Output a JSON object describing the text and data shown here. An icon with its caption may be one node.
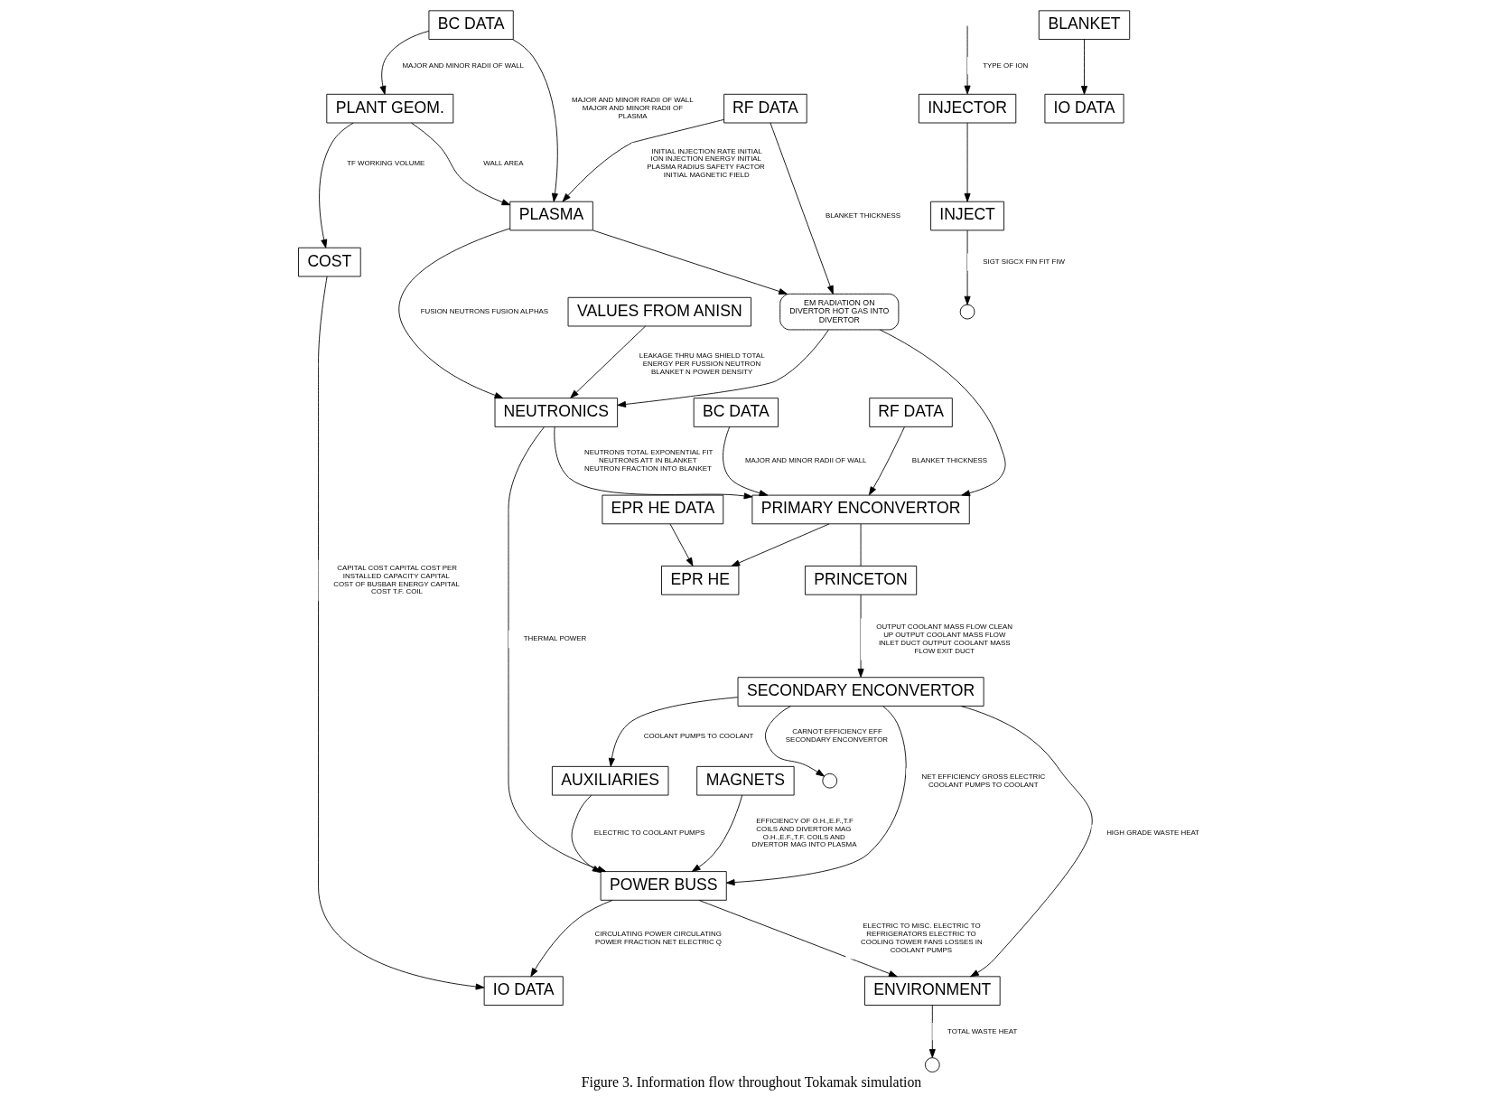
{
  "diagram": {
    "caption": "Figure 3. Information flow throughout Tokamak simulation",
    "nodes": [
      {
        "text": [
          "BC DATA"
        ]
      },
      {
        "text": [
          "RF DATA"
        ]
      },
      {
        "text": [
          "VALUES FROM ANISN"
        ]
      },
      {
        "text": [
          "PLASMA"
        ]
      },
      {
        "text": [
          "PLANT GEOM."
        ]
      },
      {
        "text": [
          "EM RADIATION ON DIVERTOR HOT GAS INTO DIVERTOR"
        ]
      },
      {
        "text": [
          "NEUTRONICS"
        ]
      },
      {
        "text": [
          "BC DATA"
        ]
      },
      {
        "text": [
          "RF DATA"
        ]
      },
      {
        "text": [
          "PRIMARY ENCONVERTOR"
        ]
      },
      {
        "text": [
          "INJECTOR"
        ]
      },
      {
        "text": [
          "INJECT"
        ]
      },
      {
        "text": [
          "EPR HE DATA"
        ]
      },
      {
        "text": [
          "EPR HE"
        ]
      },
      {
        "text": [
          "PRINCETON"
        ]
      },
      {
        "text": [
          "BLANKET"
        ]
      },
      {
        "text": [
          "MAGNETS"
        ]
      },
      {
        "text": [
          "COST"
        ]
      },
      {
        "text": [
          "IO DATA"
        ]
      },
      {
        "text": [
          "SECONDARY ENCONVERTOR"
        ]
      },
      {
        "text": [],
        "shape": "circle"
      },
      {
        "text": [
          "AUXILIARIES"
        ]
      },
      {
        "text": [],
        "shape": "circle"
      },
      {
        "text": [
          "POWER BUSS"
        ]
      },
      {
        "text": [
          "IO DATA"
        ]
      },
      {
        "text": [
          "ENVIRONMENT"
        ]
      },
      {
        "text": [],
        "shape": "circle"
      }
    ],
    "edges": [
      {
        "from": 0,
        "to": 4,
        "arrow": "to",
        "label": "MAJOR AND MINOR RADII OF WALL"
      },
      {
        "from": 0,
        "to": 3,
        "arrow": "to",
        "label": "MAJOR AND MINOR RADII OF WALL MAJOR AND MINOR RADII OF PLASMA"
      },
      {
        "from": 1,
        "to": 3,
        "arrow": "to",
        "label": "INITIAL INJECTION RATE INITIAL ION INJECTION ENERGY INITIAL PLASMA RADIUS SAFETY FACTOR INITIAL MAGNETIC FIELD"
      },
      {
        "from": 1,
        "to": 5,
        "arrow": "to",
        "label": "BLANKET THICKNESS"
      },
      {
        "from": 4,
        "to": 3,
        "arrow": "to",
        "label": "WALL AREA"
      },
      {
        "from": 3,
        "to": 5,
        "arrow": "to"
      },
      {
        "from": 5,
        "to": 6,
        "arrow": "to"
      },
      {
        "from": 5,
        "to": 9,
        "arrow": "to"
      },
      {
        "from": 3,
        "to": 6,
        "arrow": "to",
        "label": "FUSION NEUTRONS FUSION ALPHAS"
      },
      {
        "from": null,
        "to": 10,
        "arrow": "to",
        "label": "TYPE OF ION"
      },
      {
        "from": 2,
        "to": 6,
        "arrow": "to",
        "label": "LEAKAGE THRU MAG SHIELD TOTAL ENERGY PER FUSSION NEUTRON BLANKET N POWER DENSITY"
      },
      {
        "from": 6,
        "to": 9,
        "arrow": "to",
        "label": "NEUTRONS TOTAL EXPONENTIAL FIT NEUTRONS ATT IN BLANKET NEUTRON FRACTION INTO BLANKET"
      },
      {
        "from": 7,
        "to": 9,
        "arrow": "to",
        "label": "MAJOR AND MINOR RADII OF WALL"
      },
      {
        "from": 8,
        "to": 9,
        "arrow": "to",
        "label": "BLANKET THICKNESS"
      },
      {
        "from": 9,
        "to": 13,
        "arrow": "to"
      },
      {
        "from": 12,
        "to": 13,
        "arrow": "to"
      },
      {
        "from": 9,
        "to": 14,
        "arrow": "none"
      },
      {
        "from": 15,
        "to": 18,
        "arrow": "to"
      },
      {
        "from": 14,
        "to": 19,
        "arrow": "to",
        "label": "OUTPUT COOLANT MASS FLOW CLEAN UP OUTPUT COOLANT MASS FLOW INLET DUCT OUTPUT COOLANT MASS FLOW EXIT DUCT"
      },
      {
        "from": 10,
        "to": 11,
        "arrow": "to"
      },
      {
        "from": 11,
        "to": 20,
        "arrow": "to",
        "label": "SIGT SIGCX FIN FIT FIW"
      },
      {
        "from": 6,
        "to": 23,
        "arrow": "to",
        "label": "THERMAL POWER"
      },
      {
        "from": 16,
        "to": 23,
        "arrow": "to",
        "label": "EFFICIENCY OF O.H.,E.F.,T.F COILS AND DIVERTOR MAG O.H.,E.F.,T.F. COILS AND DIVERTOR MAG INTO PLASMA"
      },
      {
        "from": 4,
        "to": 17,
        "arrow": "to",
        "label": "TF WORKING VOLUME"
      },
      {
        "from": 17,
        "to": 24,
        "arrow": "to",
        "label": "CAPITAL COST CAPITAL COST PER INSTALLED CAPACITY CAPITAL COST OF BUSBAR ENERGY CAPITAL COST T.F. COIL"
      },
      {
        "from": 19,
        "to": 21,
        "arrow": "to",
        "label": "COOLANT PUMPS TO COOLANT"
      },
      {
        "from": 19,
        "to": 23,
        "arrow": "to",
        "label": "NET EFFICIENCY GROSS ELECTRIC COOLANT PUMPS TO COOLANT"
      },
      {
        "from": 19,
        "to": 22,
        "arrow": "to",
        "label": "CARNOT EFFICIENCY EFF SECONDARY ENCONVERTOR"
      },
      {
        "from": 19,
        "to": 25,
        "arrow": "to",
        "label": "HIGH GRADE WASTE HEAT"
      },
      {
        "from": 21,
        "to": 23,
        "arrow": "to",
        "label": "ELECTRIC TO COOLANT PUMPS"
      },
      {
        "from": 23,
        "to": 24,
        "arrow": "to",
        "label": "CIRCULATING POWER CIRCULATING POWER FRACTION NET ELECTRIC Q"
      },
      {
        "from": 23,
        "to": 25,
        "arrow": "to",
        "label": "ELECTRIC TO MISC. ELECTRIC TO REFRIGERATORS ELECTRIC TO COOLING TOWER FANS LOSSES IN COOLANT PUMPS"
      },
      {
        "from": 25,
        "to": 26,
        "arrow": "to",
        "label": "TOTAL WASTE HEAT"
      }
    ]
  }
}
